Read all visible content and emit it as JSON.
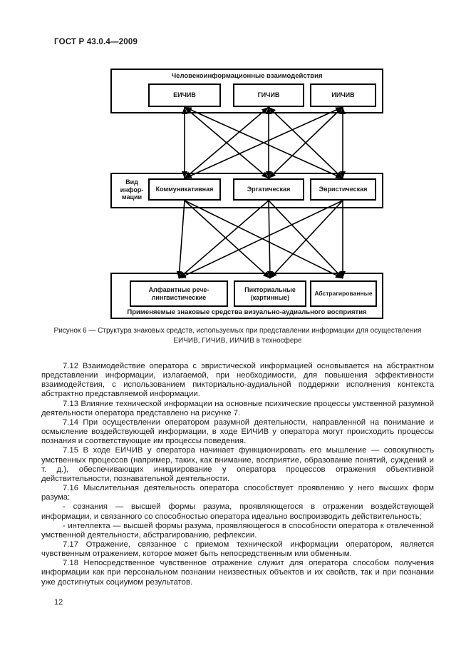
{
  "page": {
    "header": "ГОСТ Р 43.0.4—2009",
    "page_number": "12"
  },
  "figure": {
    "top_group": {
      "title": "Человекоинформационные взаимодействия",
      "boxes": [
        "ЕИЧИВ",
        "ГИЧИВ",
        "ИИЧИВ"
      ]
    },
    "middle_group": {
      "side_label": "Вид инфор- мации",
      "boxes": [
        "Коммуникативная",
        "Эргатическая",
        "Эвристическая"
      ]
    },
    "bottom_group": {
      "boxes": [
        "Алфавитные рече-лингвистические",
        "Пикториальные (картинные)",
        "Абстрагированные"
      ],
      "footer_label": "Применяемые знаковые средства визуально-аудиального восприятия"
    },
    "caption": "Рисунок 6 — Структура знаковых средств, используемых при представлении информации для осуществления ЕИЧИВ, ГИЧИВ, ИИЧИВ в техносфере"
  },
  "body": {
    "paragraphs": [
      "7.12 Взаимодействие оператора с эвристической информацией основывается на абстрактном представлении информации, излагаемой, при необходимости, для повышения эффективности взаимодействия, с использованием пикториально-аудиальной поддержки исполнения контекста абстрактно представляемой информации.",
      "7.13 Влияние технической информации на основные психические процессы умственной разумной деятельности оператора представлено на рисунке 7.",
      "7.14 При осуществлении оператором разумной деятельности, направленной на понимание и осмысление воздействующей информации, в ходе ЕИЧИВ у оператора могут происходить процессы познания и соответствующие им процессы поведения.",
      "7.15 В ходе ЕИЧИВ у оператора начинает функционировать его мышление — совокупность умственных процессов (например, таких, как внимание, восприятие, образование понятий, суждений и т. д.), обеспечивающих инициирование у оператора процессов отражения объективной действительности, познавательной деятельности.",
      "7.16 Мыслительная деятельность оператора способствует проявлению у него высших форм разума:",
      "- сознания — высшей формы разума, проявляющегося в отражении воздействующей информации, и связанного со способностью оператора идеально воспроизводить действительность;",
      "- интеллекта — высшей формы разума, проявляющегося в способности оператора к отвлеченной умственной деятельности, абстрагированию, рефлексии.",
      "7.17 Отражение, связанное с приемом технической информации оператором, является чувственным отражением, которое может быть непосредственным или обменным.",
      "7.18 Непосредственное чувственное отражение служит для оператора способом получения информации как при персональном познании неизвестных объектов и их свойств, так и при познании уже достигнутых социумом результатов."
    ]
  }
}
